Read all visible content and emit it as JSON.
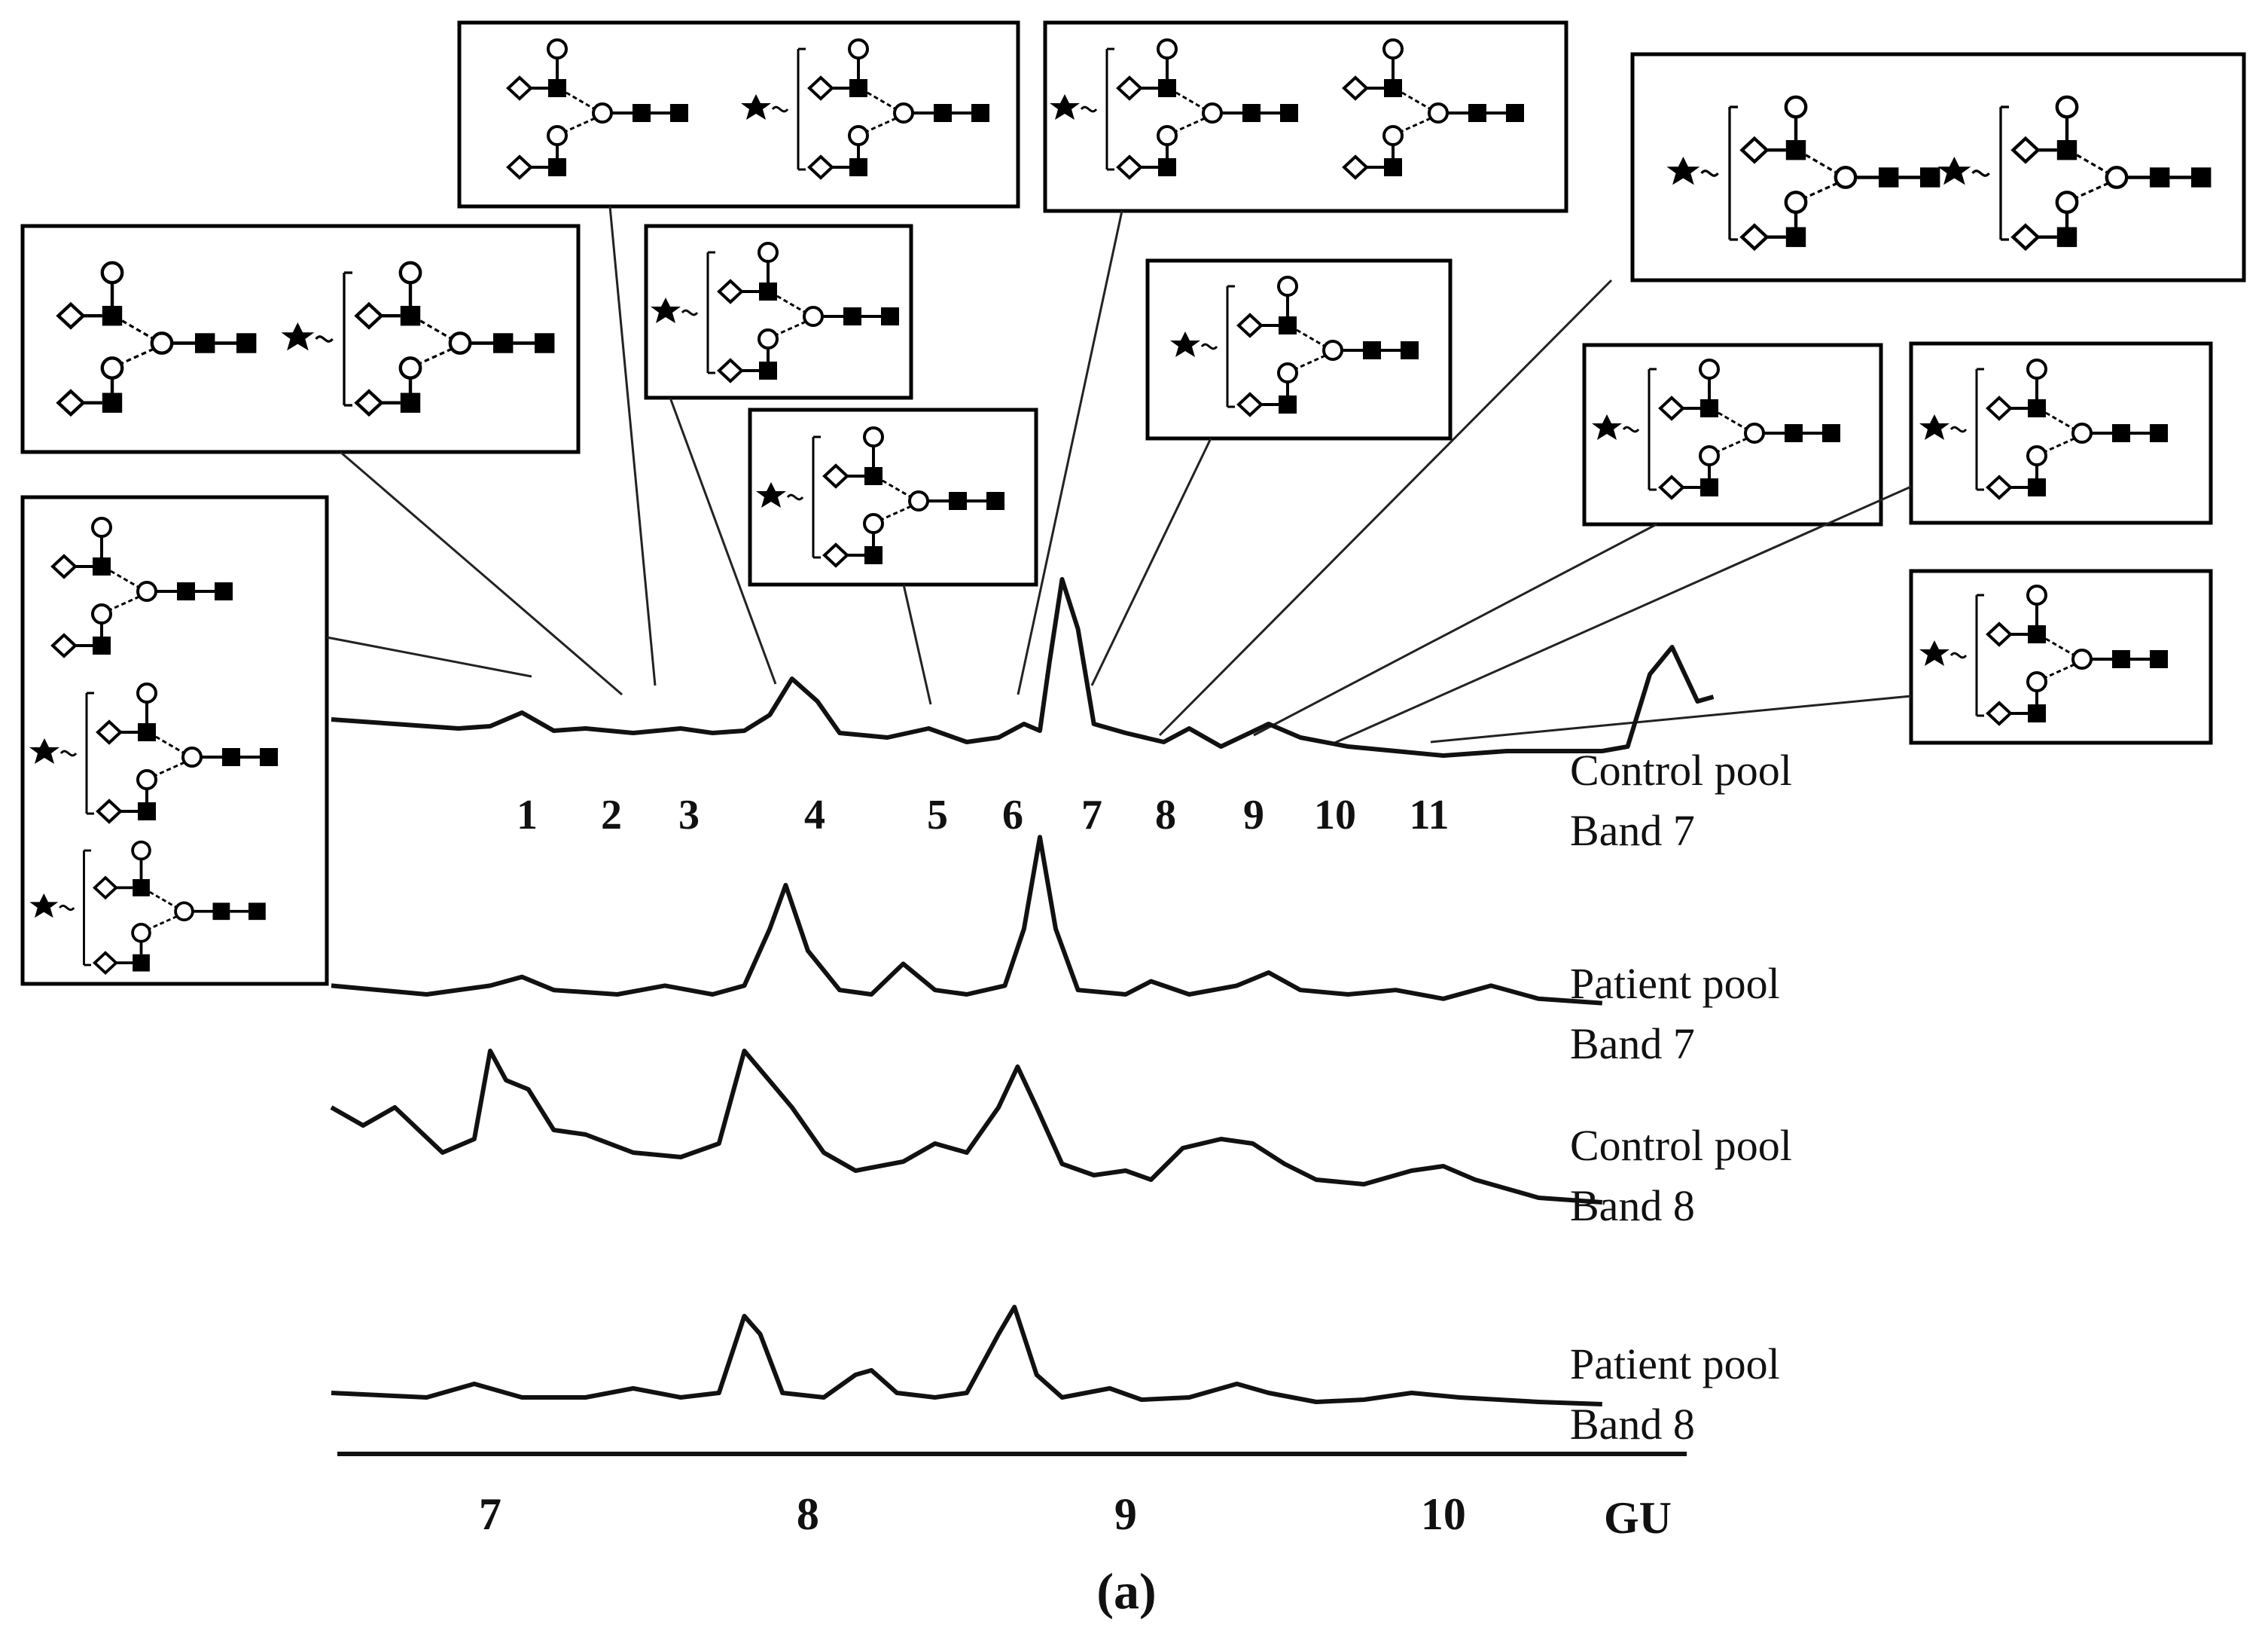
{
  "chart_data": {
    "type": "line",
    "xlabel": "GU",
    "xlim": [
      6.5,
      10.6
    ],
    "x_ticks": [
      "7",
      "8",
      "9",
      "10"
    ],
    "caption": "(a)",
    "series": [
      {
        "name_line1": "Control pool",
        "name_line2": "Band 7",
        "points": [
          [
            6.5,
            0.1
          ],
          [
            6.7,
            0.08
          ],
          [
            6.9,
            0.06
          ],
          [
            7.0,
            0.07
          ],
          [
            7.1,
            0.13
          ],
          [
            7.2,
            0.05
          ],
          [
            7.3,
            0.06
          ],
          [
            7.45,
            0.04
          ],
          [
            7.6,
            0.06
          ],
          [
            7.7,
            0.04
          ],
          [
            7.8,
            0.05
          ],
          [
            7.88,
            0.12
          ],
          [
            7.95,
            0.28
          ],
          [
            8.03,
            0.18
          ],
          [
            8.1,
            0.04
          ],
          [
            8.25,
            0.02
          ],
          [
            8.38,
            0.06
          ],
          [
            8.5,
            0.0
          ],
          [
            8.6,
            0.02
          ],
          [
            8.68,
            0.08
          ],
          [
            8.73,
            0.05
          ],
          [
            8.76,
            0.35
          ],
          [
            8.8,
            0.72
          ],
          [
            8.85,
            0.5
          ],
          [
            8.9,
            0.08
          ],
          [
            9.0,
            0.04
          ],
          [
            9.12,
            0.0
          ],
          [
            9.2,
            0.06
          ],
          [
            9.3,
            -0.02
          ],
          [
            9.45,
            0.08
          ],
          [
            9.55,
            0.02
          ],
          [
            9.7,
            -0.02
          ],
          [
            9.85,
            -0.04
          ],
          [
            10.0,
            -0.06
          ],
          [
            10.2,
            -0.04
          ],
          [
            10.5,
            -0.04
          ],
          [
            10.58,
            -0.02
          ],
          [
            10.65,
            0.3
          ],
          [
            10.72,
            0.42
          ],
          [
            10.8,
            0.18
          ],
          [
            10.85,
            0.2
          ]
        ]
      },
      {
        "name_line1": "Patient pool",
        "name_line2": "Band 7",
        "points": [
          [
            6.5,
            0.04
          ],
          [
            6.8,
            0.0
          ],
          [
            7.0,
            0.04
          ],
          [
            7.1,
            0.08
          ],
          [
            7.2,
            0.02
          ],
          [
            7.4,
            0.0
          ],
          [
            7.55,
            0.04
          ],
          [
            7.7,
            0.0
          ],
          [
            7.8,
            0.04
          ],
          [
            7.88,
            0.3
          ],
          [
            7.93,
            0.5
          ],
          [
            8.0,
            0.2
          ],
          [
            8.1,
            0.02
          ],
          [
            8.2,
            0.0
          ],
          [
            8.3,
            0.14
          ],
          [
            8.4,
            0.02
          ],
          [
            8.5,
            0.0
          ],
          [
            8.62,
            0.04
          ],
          [
            8.68,
            0.3
          ],
          [
            8.73,
            0.72
          ],
          [
            8.78,
            0.3
          ],
          [
            8.85,
            0.02
          ],
          [
            9.0,
            0.0
          ],
          [
            9.08,
            0.06
          ],
          [
            9.2,
            0.0
          ],
          [
            9.35,
            0.04
          ],
          [
            9.45,
            0.1
          ],
          [
            9.55,
            0.02
          ],
          [
            9.7,
            0.0
          ],
          [
            9.85,
            0.02
          ],
          [
            10.0,
            -0.02
          ],
          [
            10.15,
            0.04
          ],
          [
            10.3,
            -0.02
          ],
          [
            10.5,
            -0.04
          ]
        ]
      },
      {
        "name_line1": "Control pool",
        "name_line2": "Band 8",
        "points": [
          [
            6.5,
            0.3
          ],
          [
            6.6,
            0.22
          ],
          [
            6.7,
            0.3
          ],
          [
            6.85,
            0.1
          ],
          [
            6.95,
            0.16
          ],
          [
            7.0,
            0.55
          ],
          [
            7.05,
            0.42
          ],
          [
            7.12,
            0.38
          ],
          [
            7.2,
            0.2
          ],
          [
            7.3,
            0.18
          ],
          [
            7.45,
            0.1
          ],
          [
            7.6,
            0.08
          ],
          [
            7.72,
            0.14
          ],
          [
            7.8,
            0.55
          ],
          [
            7.86,
            0.45
          ],
          [
            7.95,
            0.3
          ],
          [
            8.05,
            0.1
          ],
          [
            8.15,
            0.02
          ],
          [
            8.3,
            0.06
          ],
          [
            8.4,
            0.14
          ],
          [
            8.5,
            0.1
          ],
          [
            8.6,
            0.3
          ],
          [
            8.66,
            0.48
          ],
          [
            8.72,
            0.3
          ],
          [
            8.8,
            0.05
          ],
          [
            8.9,
            0.0
          ],
          [
            9.0,
            0.02
          ],
          [
            9.08,
            -0.02
          ],
          [
            9.18,
            0.12
          ],
          [
            9.3,
            0.16
          ],
          [
            9.4,
            0.14
          ],
          [
            9.5,
            0.05
          ],
          [
            9.6,
            -0.02
          ],
          [
            9.75,
            -0.04
          ],
          [
            9.9,
            0.02
          ],
          [
            10.0,
            0.04
          ],
          [
            10.1,
            -0.02
          ],
          [
            10.3,
            -0.1
          ],
          [
            10.5,
            -0.12
          ]
        ]
      },
      {
        "name_line1": "Patient pool",
        "name_line2": "Band 8",
        "points": [
          [
            6.5,
            0.02
          ],
          [
            6.8,
            0.0
          ],
          [
            6.95,
            0.06
          ],
          [
            7.1,
            0.0
          ],
          [
            7.3,
            0.0
          ],
          [
            7.45,
            0.04
          ],
          [
            7.6,
            0.0
          ],
          [
            7.72,
            0.02
          ],
          [
            7.8,
            0.36
          ],
          [
            7.85,
            0.28
          ],
          [
            7.92,
            0.02
          ],
          [
            8.05,
            0.0
          ],
          [
            8.15,
            0.1
          ],
          [
            8.2,
            0.12
          ],
          [
            8.28,
            0.02
          ],
          [
            8.4,
            0.0
          ],
          [
            8.5,
            0.02
          ],
          [
            8.6,
            0.28
          ],
          [
            8.65,
            0.4
          ],
          [
            8.72,
            0.1
          ],
          [
            8.8,
            0.0
          ],
          [
            8.95,
            0.04
          ],
          [
            9.05,
            -0.01
          ],
          [
            9.2,
            0.0
          ],
          [
            9.35,
            0.06
          ],
          [
            9.45,
            0.02
          ],
          [
            9.6,
            -0.02
          ],
          [
            9.75,
            -0.01
          ],
          [
            9.9,
            0.02
          ],
          [
            10.05,
            0.0
          ],
          [
            10.3,
            -0.02
          ],
          [
            10.5,
            -0.03
          ]
        ]
      }
    ],
    "peak_labels": [
      "1",
      "2",
      "3",
      "4",
      "5",
      "6",
      "7",
      "8",
      "9",
      "10",
      "11"
    ]
  }
}
